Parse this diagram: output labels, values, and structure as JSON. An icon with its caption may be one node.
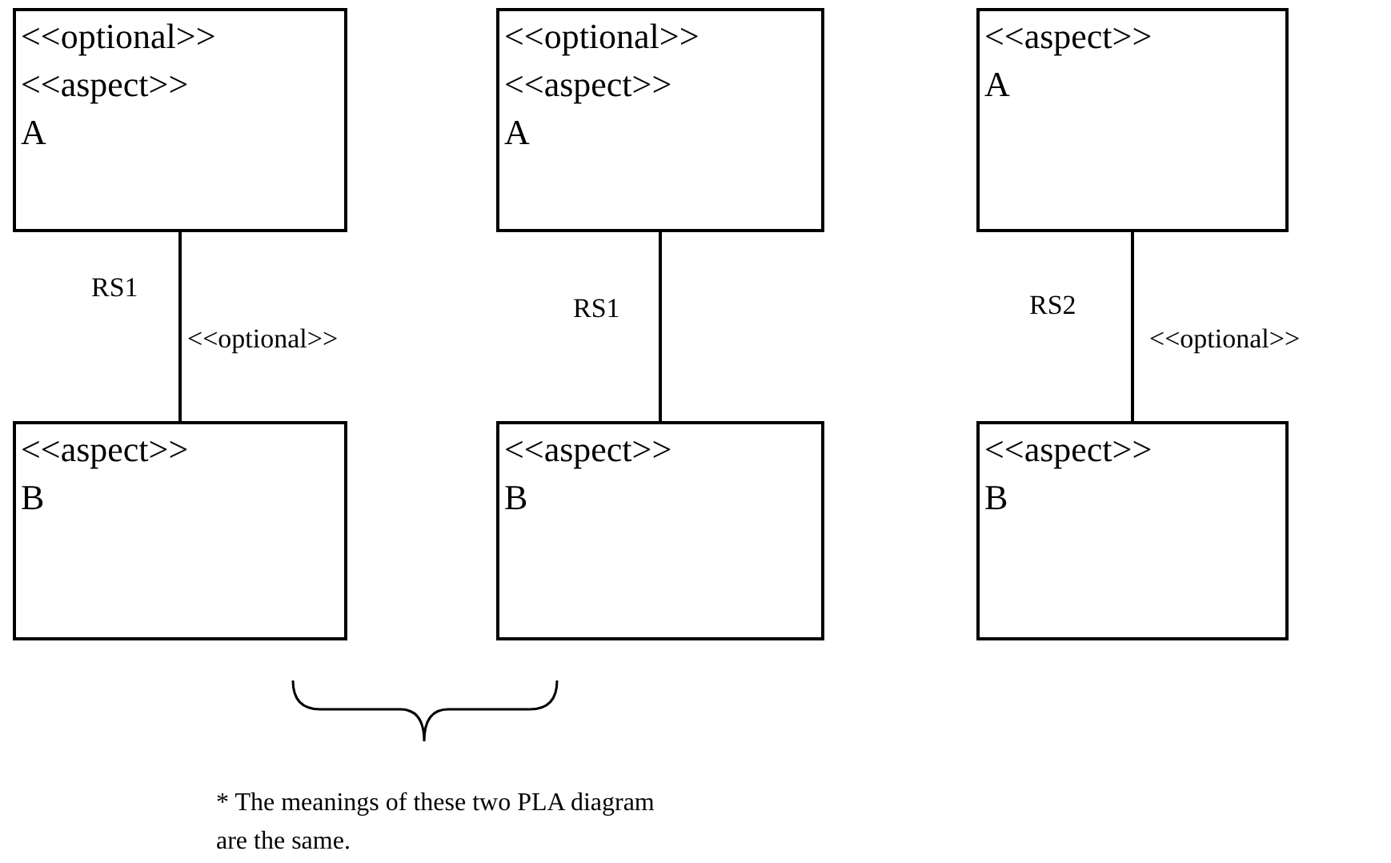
{
  "diagram": {
    "nodes": [
      {
        "text": [
          "<<optional>>",
          "<<aspect>>",
          "A"
        ]
      },
      {
        "text": [
          "<<aspect>>",
          "B"
        ]
      },
      {
        "text": [
          "<<optional>>",
          "<<aspect>>",
          "A"
        ]
      },
      {
        "text": [
          "<<aspect>>",
          "B"
        ]
      },
      {
        "text": [
          "<<aspect>>",
          "A"
        ]
      },
      {
        "text": [
          "<<aspect>>",
          "B"
        ]
      }
    ],
    "edges": [
      {
        "from": 0,
        "to": 1,
        "arrow": "none",
        "label": "RS1"
      },
      {
        "from": 2,
        "to": 3,
        "arrow": "none",
        "label": "RS1"
      },
      {
        "from": 4,
        "to": 5,
        "arrow": "none",
        "label": "RS2"
      }
    ],
    "labels": [
      "<<optional>>",
      "<<optional>>",
      "* The meanings of these two PLA diagram are the same."
    ]
  }
}
